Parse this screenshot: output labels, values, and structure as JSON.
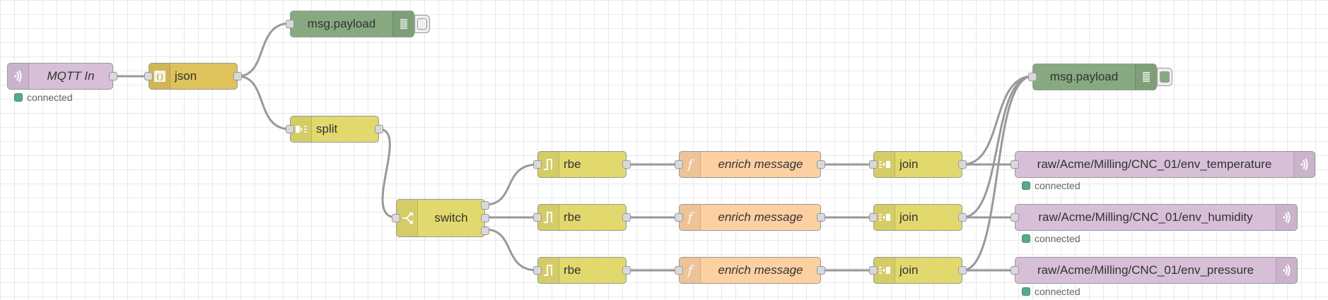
{
  "canvas": {
    "grid_color": "#e9e9e9"
  },
  "colors": {
    "mqtt": "#d8bfd8",
    "json": "#dec25c",
    "debug": "#87a980",
    "split": "#e2d96e",
    "switch": "#e2d96e",
    "rbe": "#e2d96e",
    "function": "#fdd0a2",
    "join": "#e2d96e",
    "status_connected": "#5a8"
  },
  "nodes": {
    "mqtt_in": {
      "label": "MQTT In",
      "icon": "bridge-icon",
      "status": "connected"
    },
    "json": {
      "label": "json",
      "icon": "braces-icon"
    },
    "debug_1": {
      "label": "msg.payload",
      "icon": "list-icon"
    },
    "split": {
      "label": "split",
      "icon": "split-icon"
    },
    "switch": {
      "label": "switch",
      "icon": "switch-icon"
    },
    "rbe_1": {
      "label": "rbe",
      "icon": "rbe-icon"
    },
    "rbe_2": {
      "label": "rbe",
      "icon": "rbe-icon"
    },
    "rbe_3": {
      "label": "rbe",
      "icon": "rbe-icon"
    },
    "func_1": {
      "label": "enrich message",
      "icon": "function-icon"
    },
    "func_2": {
      "label": "enrich message",
      "icon": "function-icon"
    },
    "func_3": {
      "label": "enrich message",
      "icon": "function-icon"
    },
    "join_1": {
      "label": "join",
      "icon": "join-icon"
    },
    "join_2": {
      "label": "join",
      "icon": "join-icon"
    },
    "join_3": {
      "label": "join",
      "icon": "join-icon"
    },
    "debug_2": {
      "label": "msg.payload",
      "icon": "list-icon"
    },
    "mqtt_out_1": {
      "label": "raw/Acme/Milling/CNC_01/env_temperature",
      "icon": "bridge-icon",
      "status": "connected"
    },
    "mqtt_out_2": {
      "label": "raw/Acme/Milling/CNC_01/env_humidity",
      "icon": "bridge-icon",
      "status": "connected"
    },
    "mqtt_out_3": {
      "label": "raw/Acme/Milling/CNC_01/env_pressure",
      "icon": "bridge-icon",
      "status": "connected"
    }
  }
}
